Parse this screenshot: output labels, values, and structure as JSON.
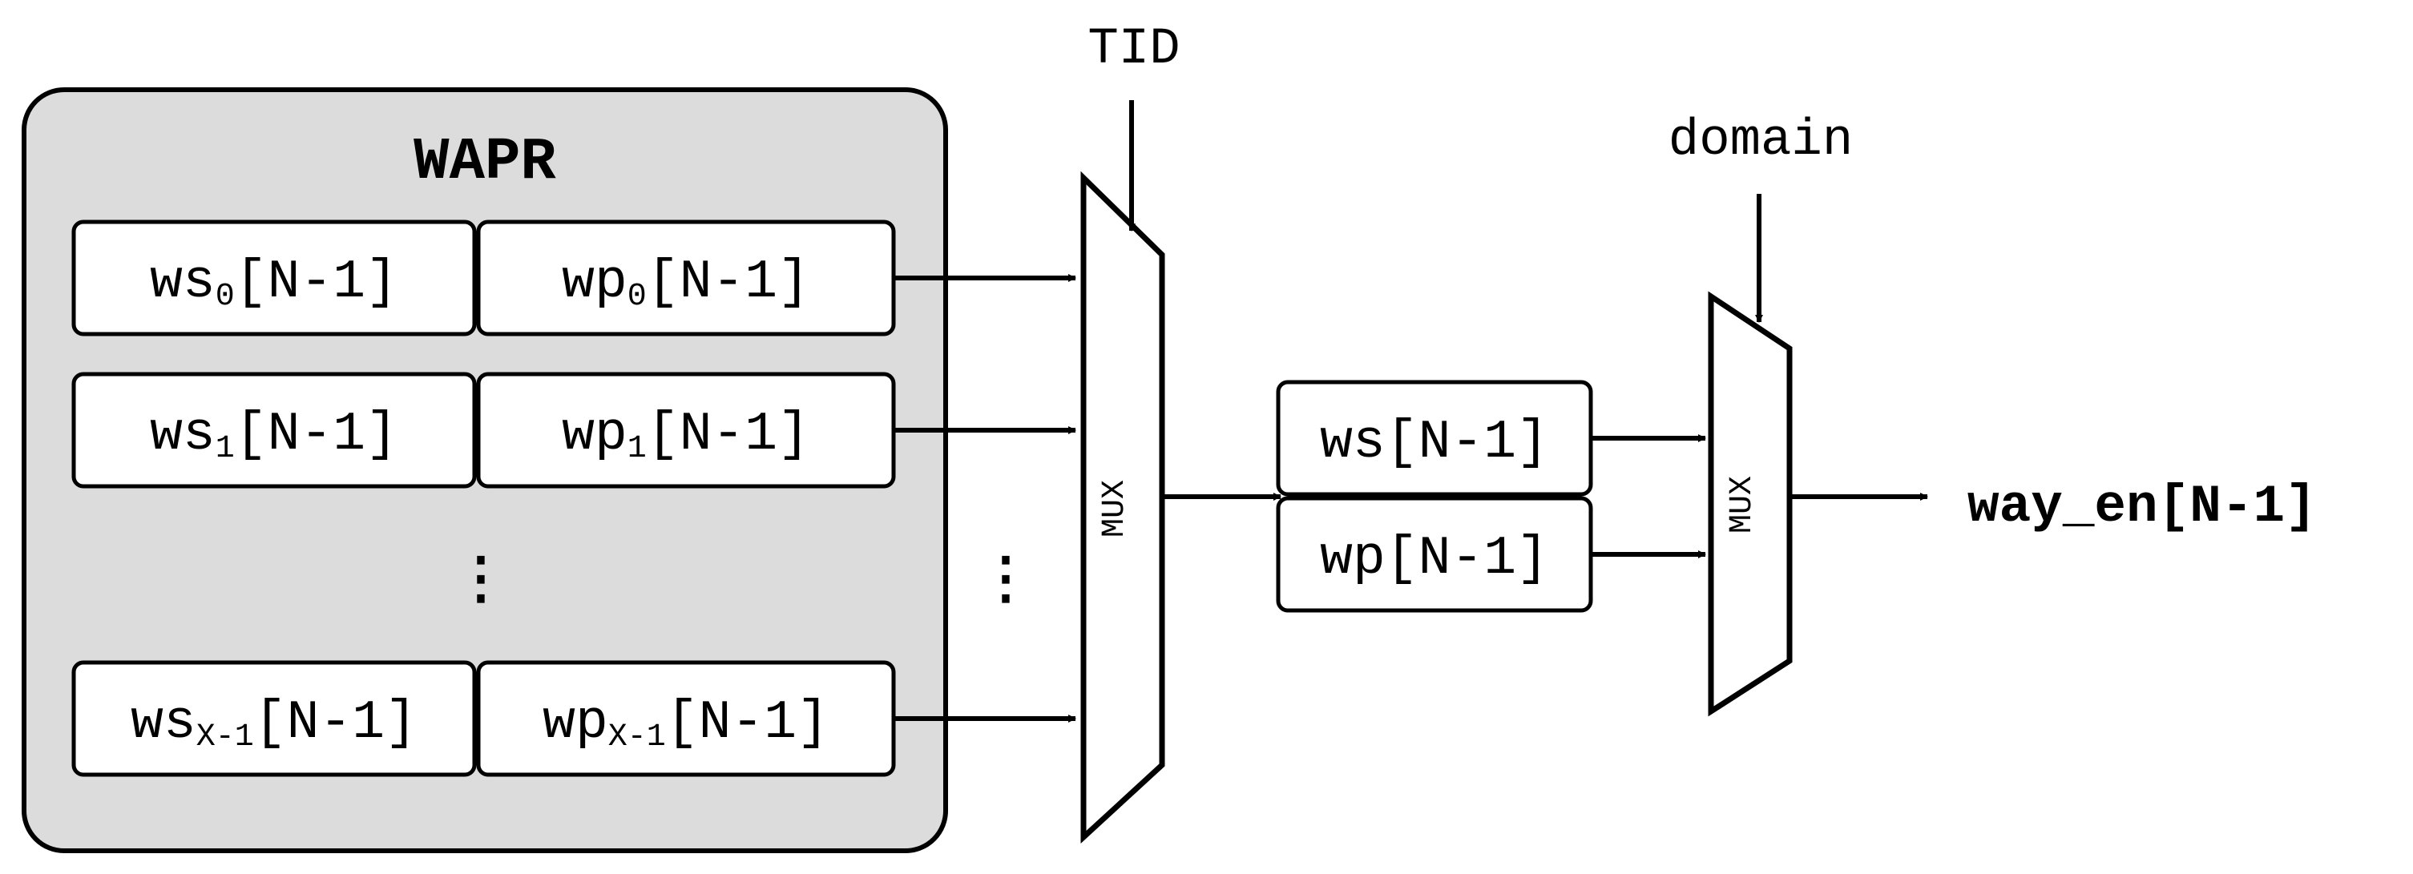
{
  "wapr": {
    "title": "WAPR",
    "rows": [
      {
        "ws_base": "ws",
        "ws_sub": "0",
        "ws_suffix": "[N-1]",
        "wp_base": "wp",
        "wp_sub": "0",
        "wp_suffix": "[N-1]"
      },
      {
        "ws_base": "ws",
        "ws_sub": "1",
        "ws_suffix": "[N-1]",
        "wp_base": "wp",
        "wp_sub": "1",
        "wp_suffix": "[N-1]"
      },
      {
        "ws_base": "ws",
        "ws_sub": "X-1",
        "ws_suffix": "[N-1]",
        "wp_base": "wp",
        "wp_sub": "X-1",
        "wp_suffix": "[N-1]"
      }
    ],
    "ellipsis": "⋮"
  },
  "mux1": {
    "label": "MUX",
    "select": "TID",
    "ellipsis": "⋮"
  },
  "selected": {
    "ws": "ws[N-1]",
    "wp": "wp[N-1]"
  },
  "mux2": {
    "label": "MUX",
    "select": "domain"
  },
  "output": {
    "label": "way_en[N-1]"
  }
}
